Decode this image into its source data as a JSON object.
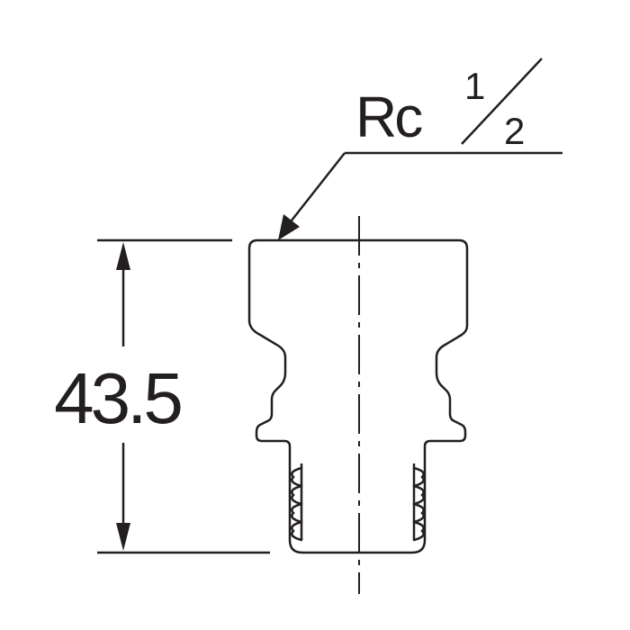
{
  "drawing": {
    "height_dimension": "43.5",
    "thread_label": {
      "prefix": "Rc",
      "fraction_numerator": "1",
      "fraction_denominator": "2"
    },
    "line_color": "#231f20",
    "background_color": "#ffffff"
  }
}
